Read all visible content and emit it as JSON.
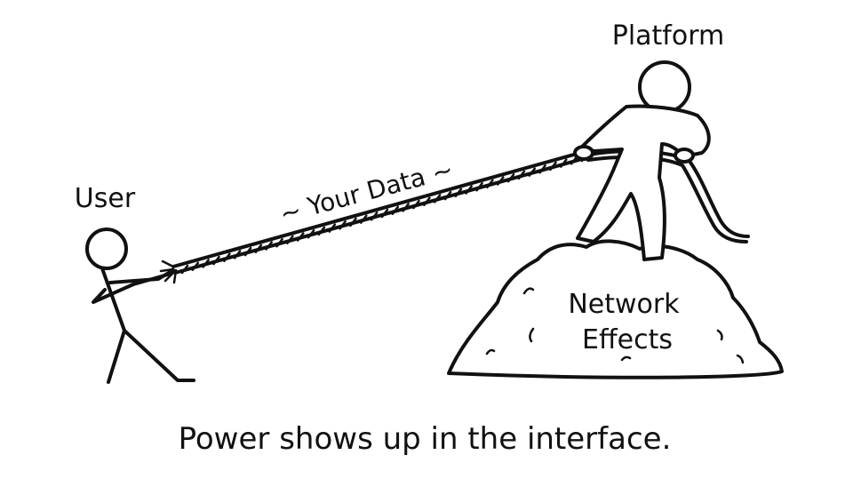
{
  "labels": {
    "user": "User",
    "platform": "Platform",
    "rope": "~ Your Data ~",
    "mound_line1": "Network",
    "mound_line2": "Effects"
  },
  "caption": "Power shows up in the interface.",
  "colors": {
    "ink": "#111111",
    "background": "#ffffff"
  }
}
